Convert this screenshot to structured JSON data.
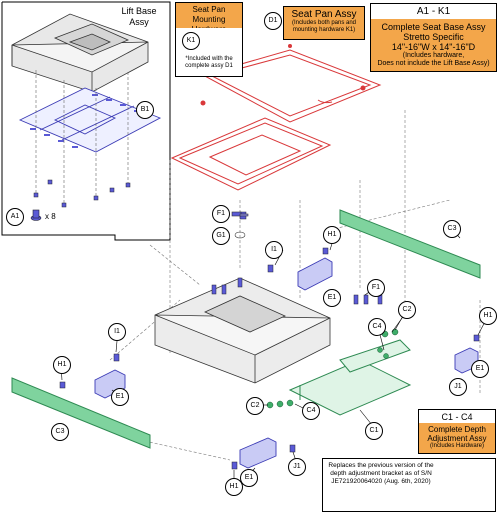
{
  "header_left": {
    "lift_base_label": "Lift Base Assy",
    "mounting_hw": {
      "title": "Seat Pan Mounting Hardware",
      "callout": "K1",
      "note": "*Included with the complete assy D1"
    }
  },
  "seat_pan": {
    "callout": "D1",
    "title": "Seat Pan Assy",
    "sub": "(Includes both pans and mounting hardware K1)"
  },
  "range_box_top": {
    "range": "A1 - K1",
    "title": "Complete Seat Base Assy Stretto Specific",
    "size": "14\"-16\"W x 14\"-16\"D",
    "note1": "(Includes hardware,",
    "note2": "Does not include the Lift Base Assy)"
  },
  "range_box_bottom": {
    "range": "C1 - C4",
    "title": "Complete Depth Adjustment Assy",
    "note": "(Includes Hardware)"
  },
  "replaces_note": "Replaces the previous version of the depth adjustment bracket as of S/N JE721920064020 (Aug. 6th, 2020)",
  "a1_qty": "x 8",
  "callouts": {
    "A1": "A1",
    "B1": "B1",
    "C1": "C1",
    "C2a": "C2",
    "C2b": "C2",
    "C3a": "C3",
    "C3b": "C3",
    "C4a": "C4",
    "C4b": "C4",
    "D1": "D1",
    "E1a": "E1",
    "E1b": "E1",
    "E1c": "E1",
    "E1d": "E1",
    "F1a": "F1",
    "F1b": "F1",
    "G1": "G1",
    "H1a": "H1",
    "H1b": "H1",
    "H1c": "H1",
    "H1d": "H1",
    "I1a": "I1",
    "I1b": "I1",
    "J1a": "J1",
    "J1b": "J1",
    "K1": "K1"
  },
  "colors": {
    "accent": "#f3a64a",
    "seat_pan": "#d9383a",
    "depth_rail": "#3fae6a",
    "lift_plate": "#4e4ec9"
  }
}
